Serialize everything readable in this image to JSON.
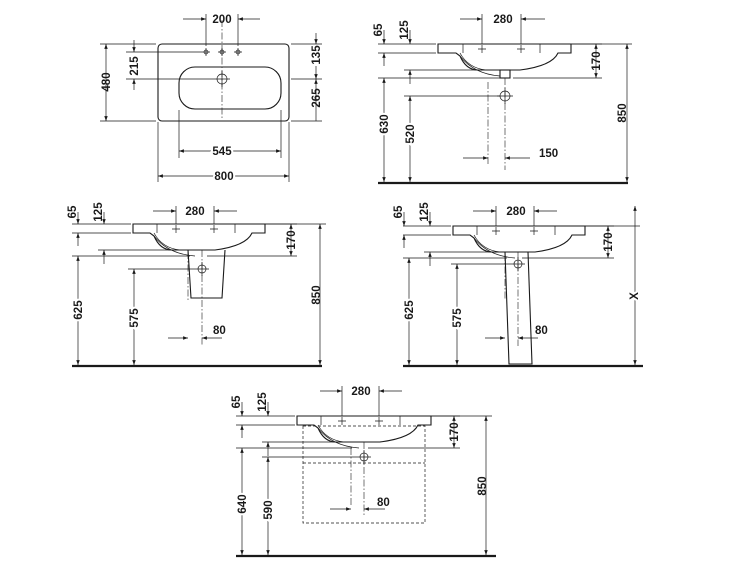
{
  "views": {
    "top": {
      "tap_spacing": "200",
      "depth_total": "480",
      "depth_taps": "215",
      "depth_front": "265",
      "depth_back": "135",
      "bowl_width": "545",
      "width_total": "800"
    },
    "side_wall": {
      "dim_65": "65",
      "dim_125": "125",
      "dim_280": "280",
      "dim_170": "170",
      "dim_850": "850",
      "dim_630": "630",
      "dim_520": "520",
      "dim_150": "150"
    },
    "side_semi_pedestal": {
      "dim_65": "65",
      "dim_125": "125",
      "dim_280": "280",
      "dim_170": "170",
      "dim_850": "850",
      "dim_625": "625",
      "dim_575": "575",
      "dim_80": "80"
    },
    "side_pedestal": {
      "dim_65": "65",
      "dim_125": "125",
      "dim_280": "280",
      "dim_170": "170",
      "dim_x": "X",
      "dim_625": "625",
      "dim_575": "575",
      "dim_80": "80"
    },
    "side_furniture": {
      "dim_65": "65",
      "dim_125": "125",
      "dim_280": "280",
      "dim_170": "170",
      "dim_850": "850",
      "dim_640": "640",
      "dim_590": "590",
      "dim_80": "80"
    }
  }
}
